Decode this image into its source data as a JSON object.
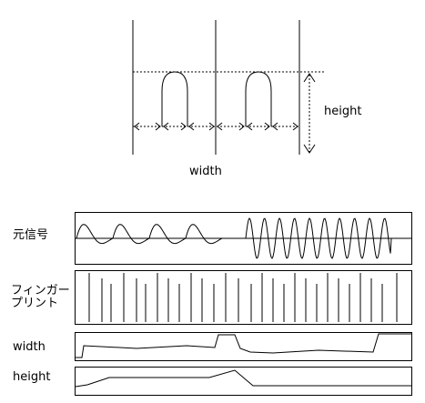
{
  "diagram": {
    "top_labels": {
      "height": "height",
      "width": "width"
    },
    "rows": [
      {
        "key": "signal",
        "label": "元信号"
      },
      {
        "key": "fingerprint",
        "label": "フィンガー\nプリント"
      },
      {
        "key": "width",
        "label": "width"
      },
      {
        "key": "height",
        "label": "height"
      }
    ]
  }
}
